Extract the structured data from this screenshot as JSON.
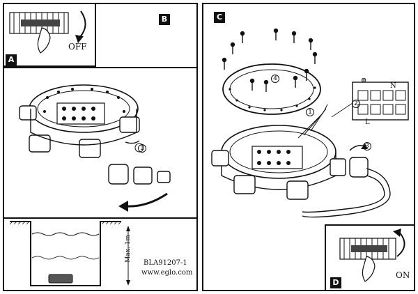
{
  "panels": {
    "off": {
      "switch_label": "OFF"
    },
    "a": {
      "step_label": "A",
      "step_number": "1"
    },
    "b": {
      "step_label": "B"
    },
    "c": {
      "step_label": "C",
      "steps": [
        "1",
        "2",
        "3",
        "4"
      ],
      "terminal_labels": {
        "earth": "⊕",
        "neutral": "N",
        "live": "L"
      }
    },
    "d": {
      "step_label": "D",
      "switch_label": "ON"
    }
  },
  "depth": {
    "max_label": "Max. 1m"
  },
  "footer": {
    "model_code": "BLA91207-1",
    "website": "www.eglo.com"
  }
}
